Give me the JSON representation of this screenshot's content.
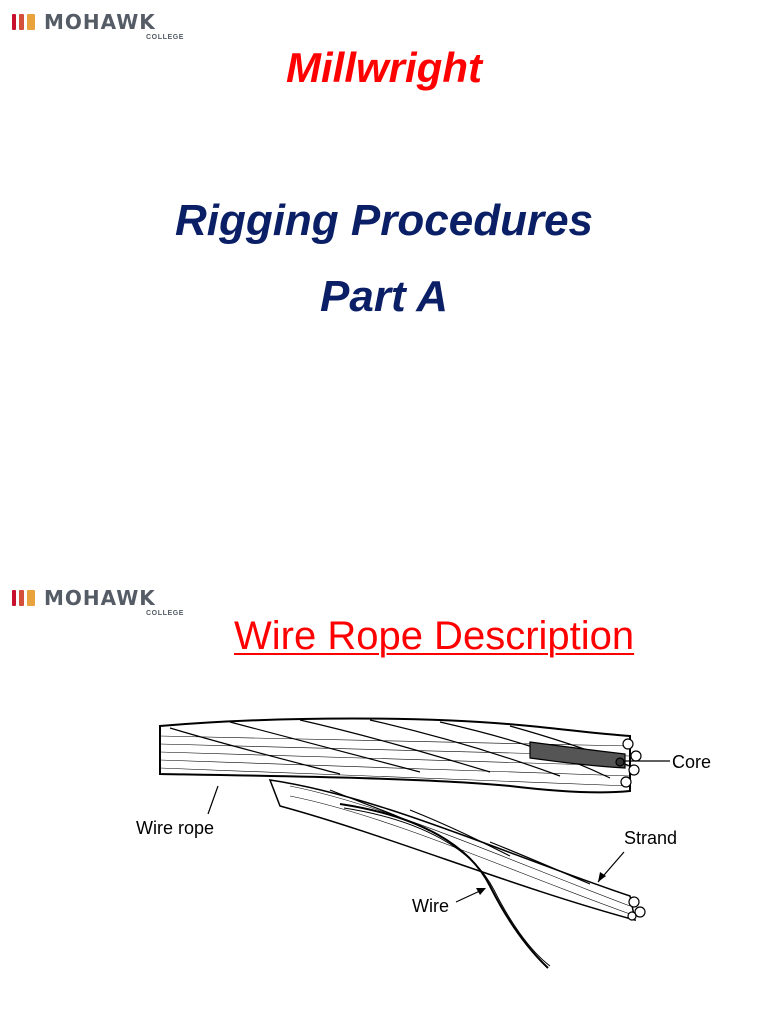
{
  "brand": {
    "name": "MOHAWK",
    "sub": "COLLEGE",
    "colors": {
      "bar1": "#c8102e",
      "bar2": "#d4503a",
      "bar3": "#e8a33d",
      "text": "#555c66"
    }
  },
  "slide1": {
    "program": "Millwright",
    "title_line1": "Rigging Procedures",
    "title_line2": "Part A"
  },
  "slide2": {
    "heading": "Wire Rope Description",
    "labels": {
      "core": "Core",
      "wire_rope": "Wire rope",
      "strand": "Strand",
      "wire": "Wire"
    }
  },
  "colors": {
    "accent_red": "#ff0000",
    "navy": "#0b1f66"
  }
}
